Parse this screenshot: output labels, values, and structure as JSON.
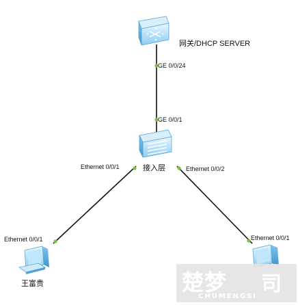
{
  "nodes": {
    "gateway": {
      "name": "网关/DHCP SERVER",
      "icon": "router-icon"
    },
    "access_switch": {
      "name": "接入层",
      "icon": "switch-icon"
    },
    "pc_left": {
      "name": "王富贵",
      "icon": "pc-icon"
    },
    "pc_right": {
      "name": "",
      "icon": "pc-icon"
    }
  },
  "links": [
    {
      "from": "gateway",
      "to": "access_switch",
      "from_port": "GE 0/0/24",
      "to_port": "GE 0/0/1"
    },
    {
      "from": "access_switch",
      "to": "pc_left",
      "from_port": "Ethernet 0/0/1",
      "to_port": "Ethernet 0/0/1"
    },
    {
      "from": "access_switch",
      "to": "pc_right",
      "from_port": "Ethernet 0/0/2",
      "to_port": "Ethernet 0/0/1"
    }
  ],
  "colors": {
    "link": "#111111",
    "port_dot": "#7cc242",
    "device_blue": "#5fb3e6"
  },
  "watermark": {
    "main": "楚梦",
    "suffix": "司",
    "latin": "CHUMENGSI"
  }
}
